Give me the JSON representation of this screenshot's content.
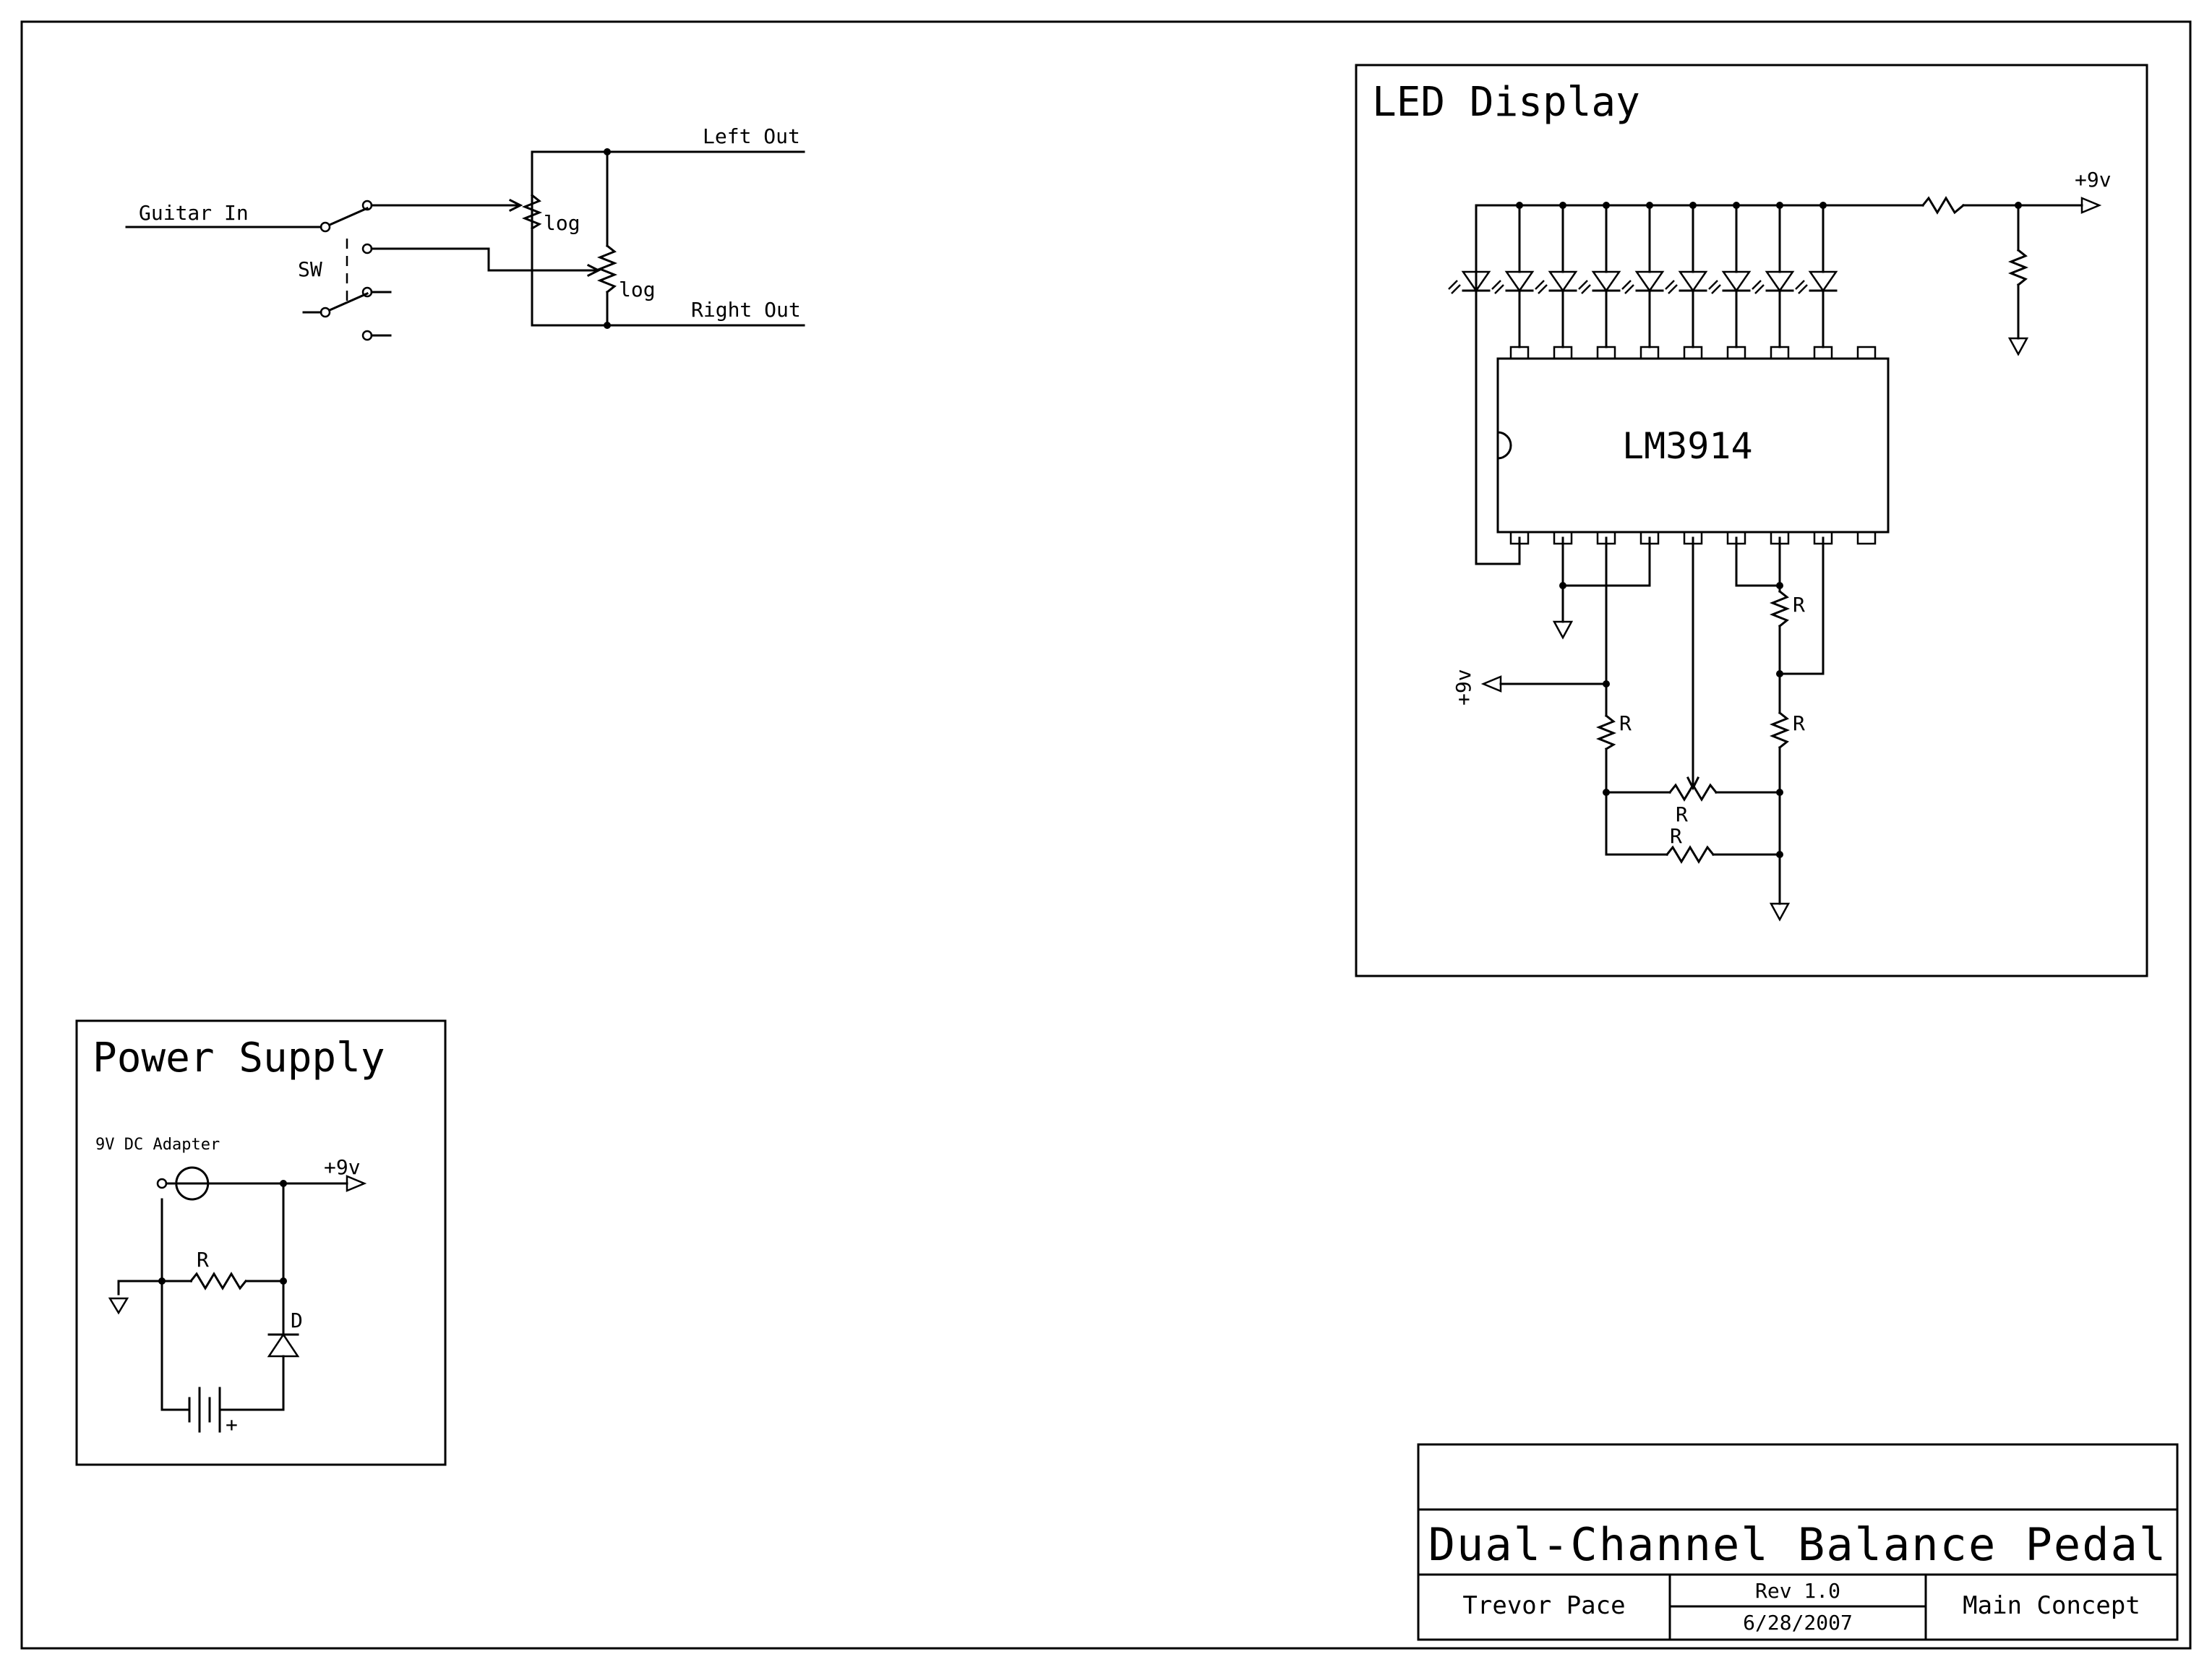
{
  "signal": {
    "guitar_in": "Guitar In",
    "switch": "SW",
    "pot_taper_1": "log",
    "pot_taper_2": "log",
    "left_out": "Left Out",
    "right_out": "Right Out"
  },
  "led_display": {
    "title": "LED Display",
    "chip": "LM3914",
    "supply_label": "+9v",
    "supply_label_2": "+9v",
    "resistor_labels": [
      "R",
      "R",
      "R",
      "R",
      "R"
    ]
  },
  "power_supply": {
    "title": "Power Supply",
    "adapter": "9V DC Adapter",
    "supply_label": "+9v",
    "resistor": "R",
    "diode": "D",
    "battery_plus": "+"
  },
  "title_block": {
    "title": "Dual-Channel Balance Pedal",
    "author": "Trevor Pace",
    "revision": "Rev 1.0",
    "date": "6/28/2007",
    "description": "Main Concept"
  }
}
